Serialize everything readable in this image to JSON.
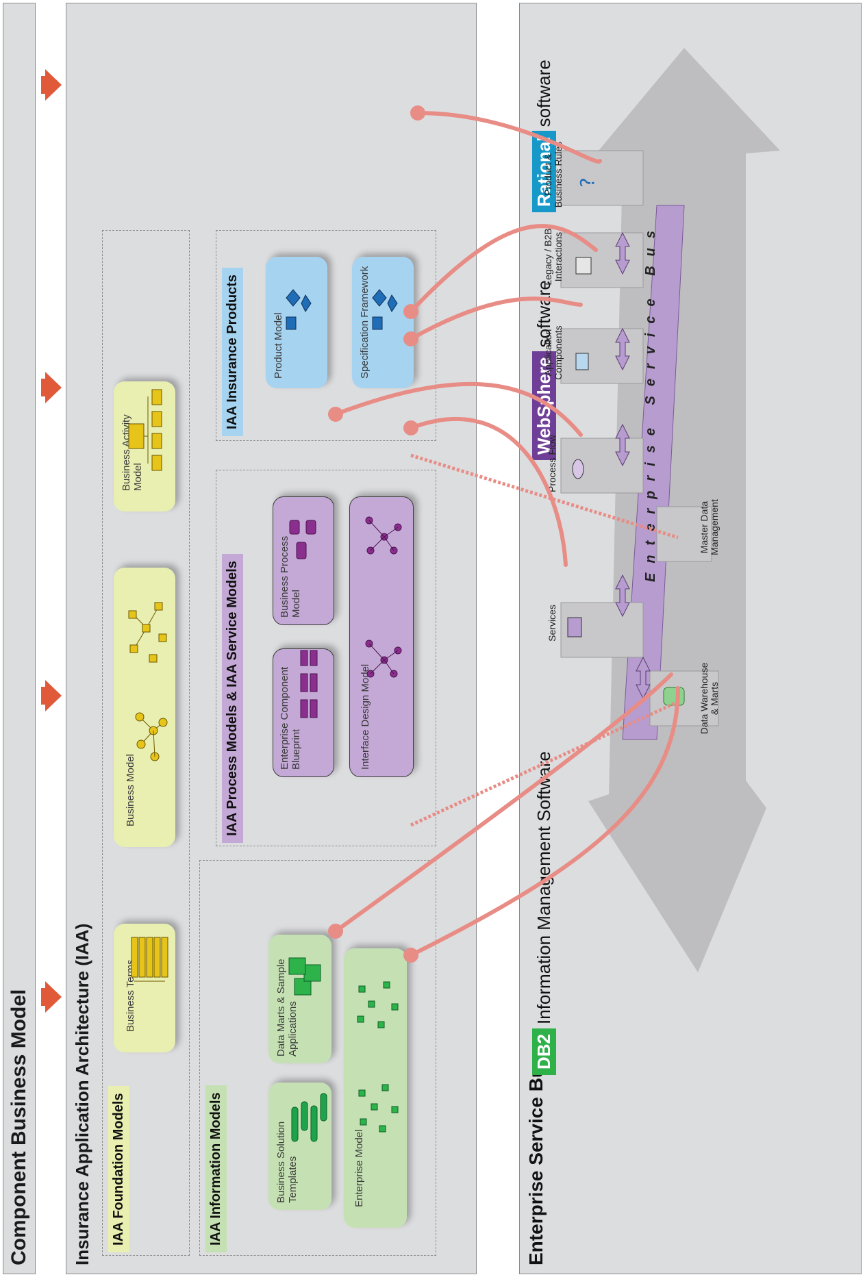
{
  "component_business_model": {
    "title": "Component Business Model"
  },
  "iaa": {
    "title": "Insurance Application Architecture (IAA)",
    "foundation": {
      "label": "IAA Foundation Models",
      "cards": [
        {
          "label": "Business Terms"
        },
        {
          "label": "Business Model"
        },
        {
          "label": "Business Activity\nModel"
        }
      ]
    },
    "information": {
      "label": "IAA Information Models",
      "cards": [
        {
          "label": "Business Solution\nTemplates"
        },
        {
          "label": "Data Marts & Sample\nApplications"
        },
        {
          "label": "Enterprise Model"
        }
      ]
    },
    "process_service": {
      "label": "IAA Process Models & IAA Service Models",
      "cards": [
        {
          "label": "Enterprise Component\nBlueprint"
        },
        {
          "label": "Business Process\nModel"
        },
        {
          "label": "Interface Design Model"
        }
      ]
    },
    "products": {
      "label": "IAA Insurance Products",
      "cards": [
        {
          "label": "Product Model"
        },
        {
          "label": "Specification Framework"
        }
      ]
    }
  },
  "esb": {
    "title": "Enterprise Service Bus",
    "bus_label": "Enterprise Service Bus",
    "brands": [
      {
        "name": "DB2",
        "suffix": "Information Management Software",
        "color": "#2fb14a"
      },
      {
        "name": "WebSphere",
        "suffix": "software",
        "color": "#6f3f97"
      },
      {
        "name": "Rational",
        "suffix": "software",
        "color": "#1699c8"
      }
    ],
    "nodes": [
      {
        "label": "Data Warehouse\n& Marts"
      },
      {
        "label": "Services"
      },
      {
        "label": "Master Data\nManagement"
      },
      {
        "label": "Process Flow"
      },
      {
        "label": "Application\nComponents"
      },
      {
        "label": "Legacy / B2B\nInteractions"
      },
      {
        "label": "Product &\nBusiness Rules"
      }
    ]
  },
  "colors": {
    "marker_arrow": "#e05a3a",
    "connector": "#e88c86",
    "panel": "#dcdddf",
    "bus": "#b79cd0"
  },
  "icons": [
    "business-terms-icon",
    "business-model-icon",
    "business-activity-icon",
    "solution-templates-icon",
    "data-marts-icon",
    "enterprise-model-icon",
    "component-blueprint-icon",
    "process-model-icon",
    "interface-design-icon",
    "product-model-icon",
    "specification-framework-icon",
    "database-icon",
    "envelope-icon",
    "flow-icon",
    "components-icon",
    "legacy-icon",
    "rules-icon"
  ]
}
